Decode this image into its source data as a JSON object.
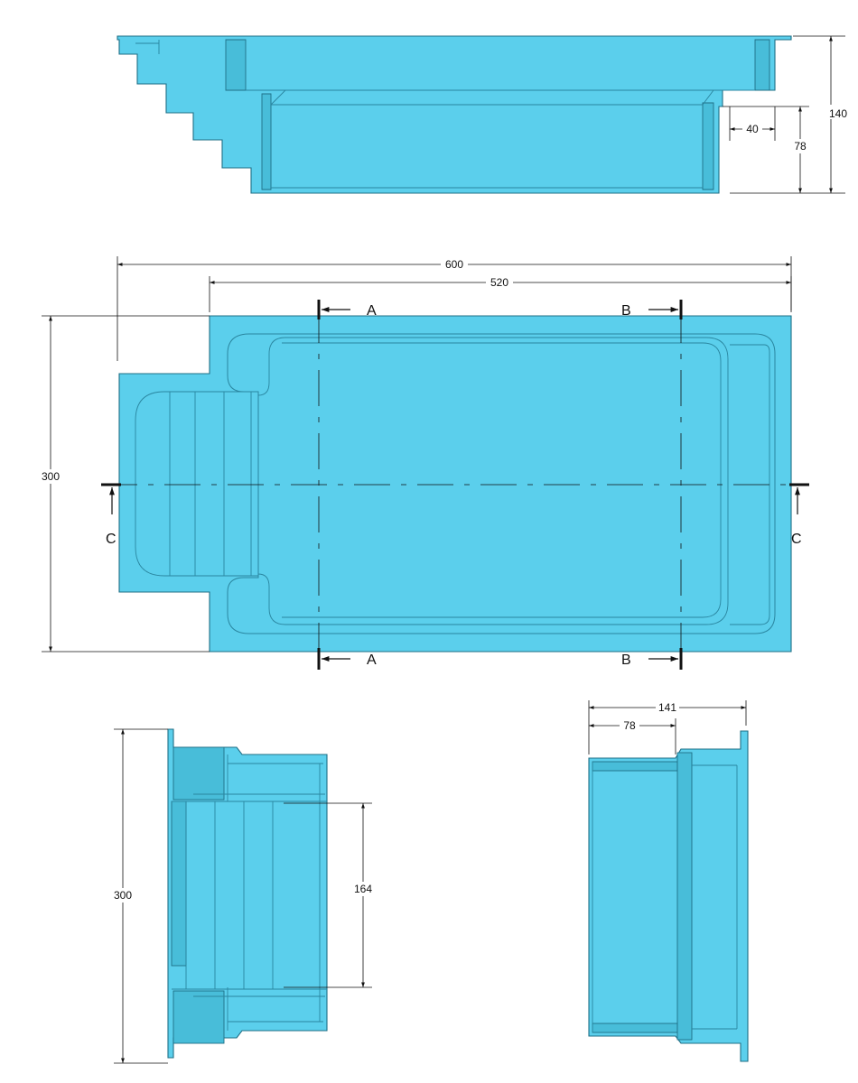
{
  "colors": {
    "pool": "#5BCFEC",
    "wall": "#48BDD9",
    "outline": "#1f6f86"
  },
  "views": {
    "side": {
      "dim_depth_total": "140",
      "dim_depth_shallow": "78",
      "dim_ledge": "40"
    },
    "plan": {
      "dim_length_total": "600",
      "dim_length_main": "520",
      "dim_width": "300",
      "section_a": "A",
      "section_b": "B",
      "section_c": "C"
    },
    "end_left": {
      "dim_width": "300",
      "dim_steps": "164"
    },
    "end_right": {
      "dim_total": "141",
      "dim_shallow": "78"
    }
  }
}
